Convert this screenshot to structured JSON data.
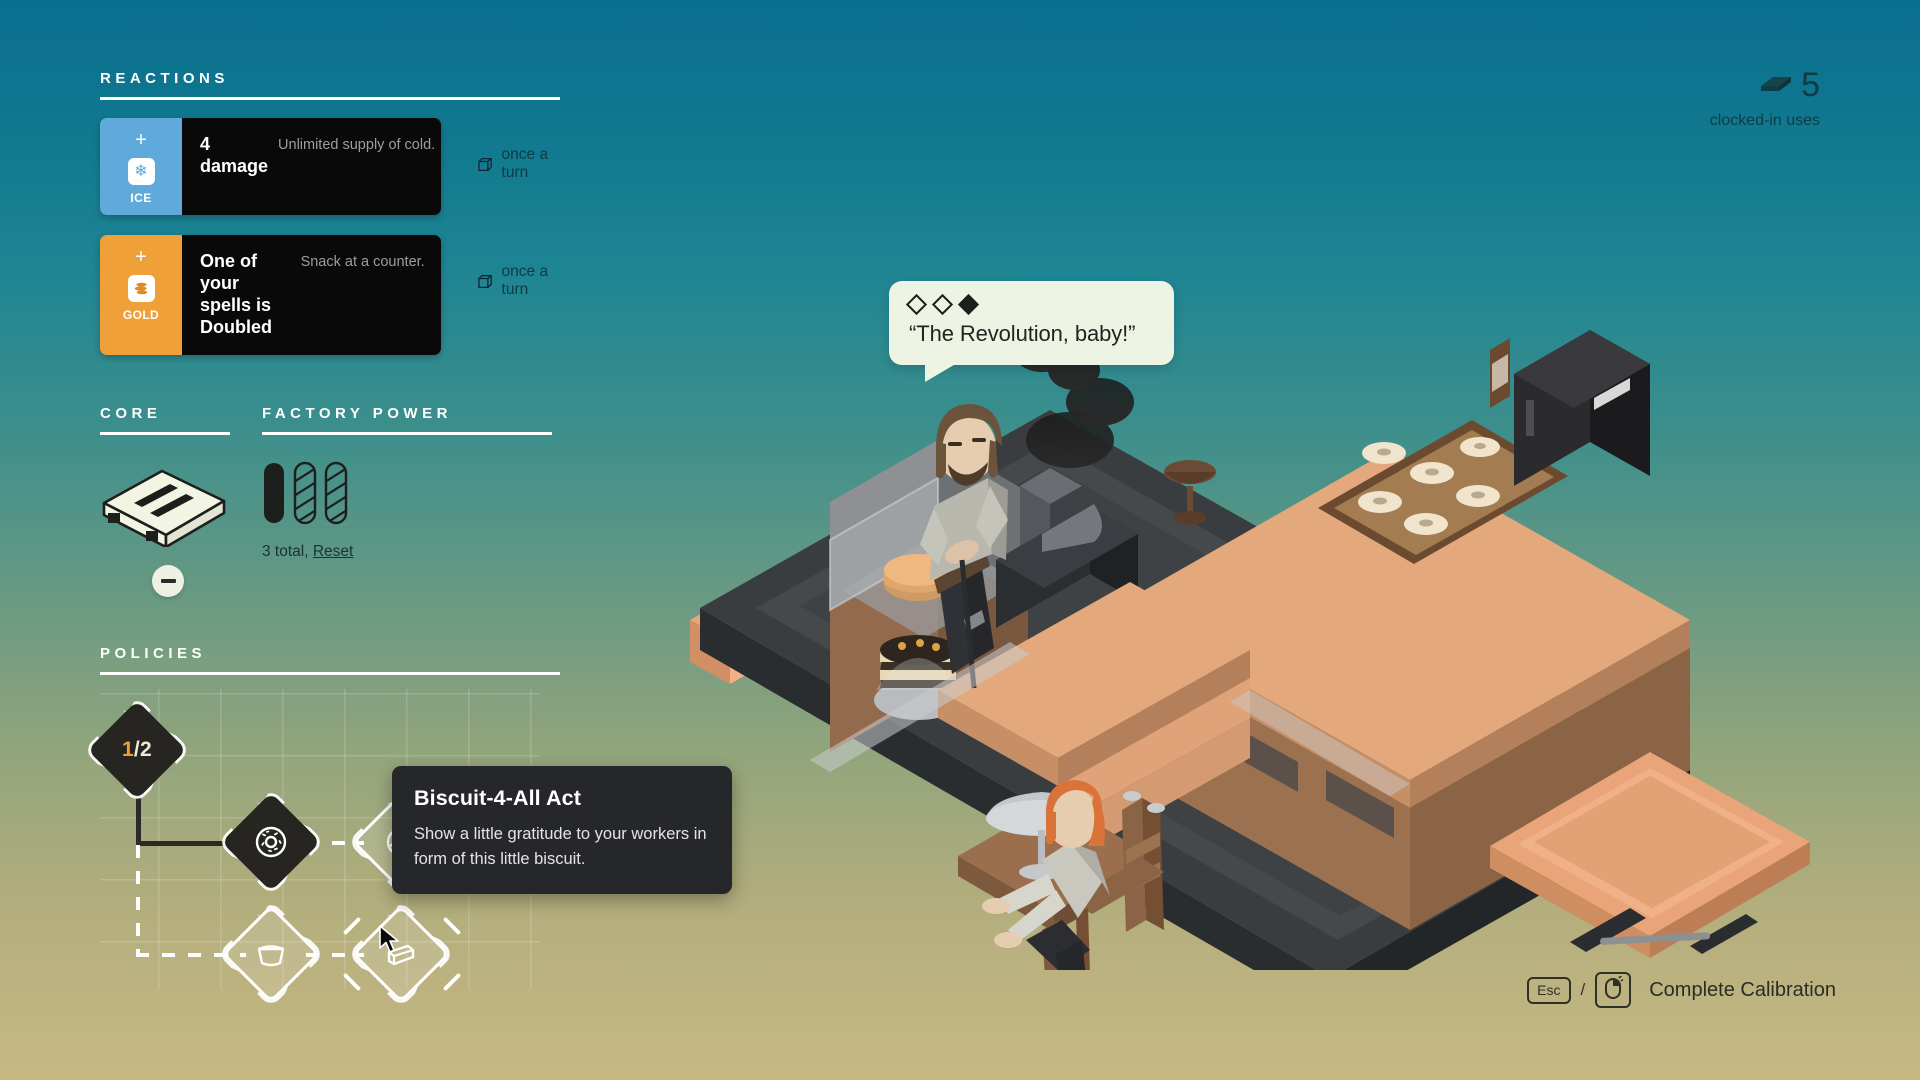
{
  "sections": {
    "reactions_title": "REACTIONS",
    "core_title": "CORE",
    "factory_title": "FACTORY POWER",
    "policies_title": "POLICIES"
  },
  "reactions": [
    {
      "tag": "ICE",
      "tag_color": "#5fa9db",
      "icon": "snowflake-icon",
      "icon_glyph": "❄",
      "plus": "+",
      "title": "4 damage",
      "subtitle": "Unlimited supply of cold.",
      "limit": "once a turn",
      "limit_icon": "cube-icon"
    },
    {
      "tag": "GOLD",
      "tag_color": "#f0a038",
      "icon": "coins-icon",
      "icon_glyph": "☲",
      "plus": "+",
      "title": "One of your spells is Doubled",
      "subtitle": "Snack at a counter.",
      "limit": "once a turn",
      "limit_icon": "cube-icon"
    }
  ],
  "core": {
    "icon": "core-plate-icon",
    "decrement_label": "−"
  },
  "factory_power": {
    "filled": 1,
    "empty": 2,
    "total_text": "3 total,",
    "reset_label": "Reset"
  },
  "policies": {
    "root": {
      "numerator": "1",
      "denominator": "/2"
    },
    "nodes": [
      {
        "name": "policy-node-donut",
        "state": "unlocked",
        "icon": "donut-icon"
      },
      {
        "name": "policy-node-bagel",
        "state": "available",
        "icon": "bagel-icon"
      },
      {
        "name": "policy-node-bowl",
        "state": "available",
        "icon": "bowl-icon"
      },
      {
        "name": "policy-node-biscuit",
        "state": "available",
        "icon": "cake-slice-icon",
        "hovered": true
      }
    ]
  },
  "tooltip": {
    "title": "Biscuit-4-All Act",
    "body": "Show a little gratitude to your workers in form of this little biscuit."
  },
  "clocked_in": {
    "icon": "slab-icon",
    "count": "5",
    "caption": "clocked-in uses"
  },
  "speech_bubble": {
    "dots": [
      "open",
      "open",
      "filled"
    ],
    "text": "“The Revolution, baby!”"
  },
  "hint": {
    "key": "Esc",
    "separator": "/",
    "mouse_icon": "mouse-click-icon",
    "label": "Complete Calibration"
  },
  "colors": {
    "ice": "#5fa9db",
    "gold": "#f0a038",
    "card_bg": "#090909",
    "tooltip_bg": "#26272a",
    "bubble_bg": "#eef4e4",
    "accent_orange": "#f0a12e"
  },
  "scene": {
    "name": "isometric-bakery-diorama",
    "platform_color": "#3a3d40",
    "trim_color": "#e9a579",
    "counter_color": "#d89a6e",
    "characters": [
      "baker-standing",
      "customer-seated"
    ],
    "props": [
      "display-case",
      "stove-with-smoke",
      "donut-tray",
      "fridge",
      "cafe-table",
      "chair",
      "sheet-pan"
    ]
  }
}
